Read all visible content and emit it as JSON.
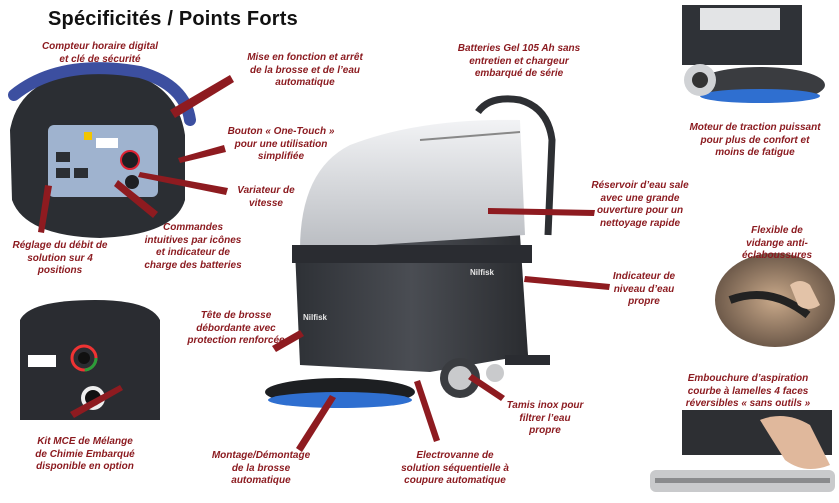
{
  "title": "Spécificités / Points Forts",
  "brand": "Nilfisk",
  "captions": {
    "compteur": [
      "Compteur horaire digital",
      "et clé de sécurité"
    ],
    "mise_en_fonction": [
      "Mise en fonction et arrêt",
      "de la brosse et de l’eau",
      "automatique"
    ],
    "batteries": [
      "Batteries Gel 105 Ah sans",
      "entretien et chargeur",
      "embarqué de série"
    ],
    "moteur": [
      "Moteur de traction puissant",
      "pour plus de confort et",
      "moins de fatigue"
    ],
    "one_touch": [
      "Bouton « One-Touch »",
      "pour une utilisation",
      "simplifiée"
    ],
    "variateur": [
      "Variateur de",
      "vitesse"
    ],
    "commandes": [
      "Commandes",
      "intuitives par icônes",
      "et indicateur de",
      "charge des batteries"
    ],
    "reglage": [
      "Réglage du débit de",
      "solution sur 4",
      "positions"
    ],
    "reservoir": [
      "Réservoir d’eau sale",
      "avec une grande",
      "ouverture pour un",
      "nettoyage rapide"
    ],
    "flexible": [
      "Flexible de",
      "vidange anti-",
      "éclaboussures"
    ],
    "indicateur": [
      "Indicateur de",
      "niveau d’eau",
      "propre"
    ],
    "tete": [
      "Tête de brosse",
      "débordante avec",
      "protection renforcée"
    ],
    "embouchure": [
      "Embouchure d’aspiration",
      "courbe à lamelles 4 faces",
      "réversibles « sans outils »"
    ],
    "tamis": [
      "Tamis inox pour",
      "filtrer l’eau",
      "propre"
    ],
    "kit": [
      "Kit MCE de Mélange",
      "de Chimie Embarqué",
      "disponible en option"
    ],
    "montage": [
      "Montage/Démontage",
      "de la brosse",
      "automatique"
    ],
    "electrovanne": [
      "Electrovanne de",
      "solution séquentielle à",
      "coupure automatique"
    ]
  },
  "colors": {
    "caption": "#8b1a1f",
    "arrow": "#8e1b20",
    "machine_body": "#3a3d42",
    "machine_cover": "#dcdde0",
    "brush": "#2f6fd0"
  }
}
